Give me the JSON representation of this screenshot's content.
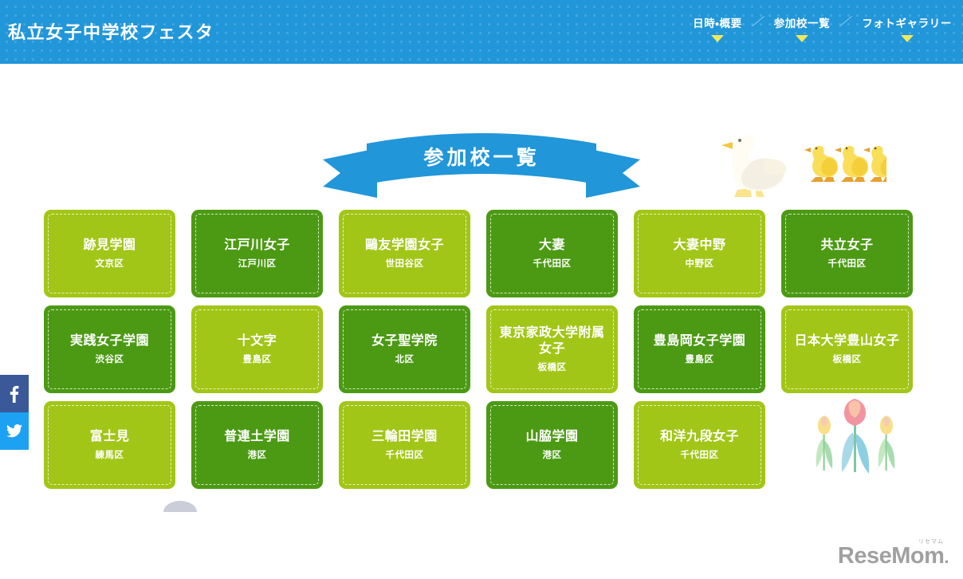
{
  "header": {
    "site_title": "私立女子中学校フェスタ",
    "nav": [
      {
        "label": "日時・概要",
        "icon": "chevron-down-icon"
      },
      {
        "label": "参加校一覧",
        "icon": "chevron-down-icon"
      },
      {
        "label": "フォトギャラリー",
        "icon": "chevron-down-icon"
      }
    ],
    "separator": "／",
    "bg_color": "#2196d9"
  },
  "social": {
    "facebook_label": "f",
    "twitter_label": "twitter",
    "facebook_color": "#3b5998",
    "twitter_color": "#1da1f2"
  },
  "ribbon": {
    "title": "参加校一覧",
    "color": "#2196d9",
    "shadow_color": "#1c81bd"
  },
  "decorations": {
    "ducks_alt": "duck-and-ducklings-illustration",
    "tulips_alt": "tulips-illustration"
  },
  "schools": {
    "card_light_color": "#a2c617",
    "card_dark_color": "#4c9a14",
    "items": [
      {
        "name": "跡見学園",
        "ward": "文京区",
        "tone": "light"
      },
      {
        "name": "江戸川女子",
        "ward": "江戸川区",
        "tone": "dark"
      },
      {
        "name": "鷗友学園女子",
        "ward": "世田谷区",
        "tone": "light"
      },
      {
        "name": "大妻",
        "ward": "千代田区",
        "tone": "dark"
      },
      {
        "name": "大妻中野",
        "ward": "中野区",
        "tone": "light"
      },
      {
        "name": "共立女子",
        "ward": "千代田区",
        "tone": "dark"
      },
      {
        "name": "実践女子学園",
        "ward": "渋谷区",
        "tone": "dark"
      },
      {
        "name": "十文字",
        "ward": "豊島区",
        "tone": "light"
      },
      {
        "name": "女子聖学院",
        "ward": "北区",
        "tone": "dark"
      },
      {
        "name": "東京家政大学附属女子",
        "ward": "板橋区",
        "tone": "light"
      },
      {
        "name": "豊島岡女子学園",
        "ward": "豊島区",
        "tone": "dark"
      },
      {
        "name": "日本大学豊山女子",
        "ward": "板橋区",
        "tone": "light"
      },
      {
        "name": "富士見",
        "ward": "練馬区",
        "tone": "light"
      },
      {
        "name": "普連土学園",
        "ward": "港区",
        "tone": "dark"
      },
      {
        "name": "三輪田学園",
        "ward": "千代田区",
        "tone": "light"
      },
      {
        "name": "山脇学園",
        "ward": "港区",
        "tone": "dark"
      },
      {
        "name": "和洋九段女子",
        "ward": "千代田区",
        "tone": "light"
      }
    ]
  },
  "footer": {
    "logo_kana": "リセマム",
    "logo_word": "ReseMom",
    "logo_dot": "."
  }
}
